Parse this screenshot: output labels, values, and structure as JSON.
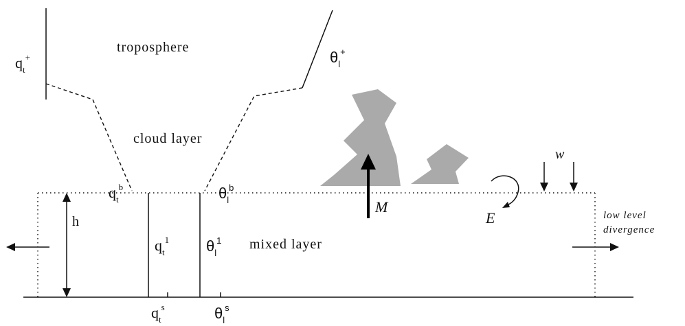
{
  "labels": {
    "troposphere": "troposphere",
    "cloud_layer": "cloud layer",
    "mixed_layer": "mixed layer",
    "h": "h",
    "M": "M",
    "E": "E",
    "w": "w",
    "low_level": "low level",
    "divergence": "divergence"
  },
  "variables": {
    "qt_plus": {
      "base": "q",
      "sub": "t",
      "sup": "+"
    },
    "theta_plus": {
      "base": "θ",
      "sub": "l",
      "sup": "+"
    },
    "qt_b": {
      "base": "q",
      "sub": "t",
      "sup": "b"
    },
    "theta_b": {
      "base": "θ",
      "sub": "l",
      "sup": "b"
    },
    "qt_1": {
      "base": "q",
      "sub": "t",
      "sup": "1"
    },
    "theta_1": {
      "base": "θ",
      "sub": "l",
      "sup": "1"
    },
    "qt_s": {
      "base": "q",
      "sub": "t",
      "sup": "s"
    },
    "theta_s": {
      "base": "θ",
      "sub": "l",
      "sup": "s"
    }
  },
  "colors": {
    "line": "#111111",
    "cloud": "#aaaaaa"
  }
}
